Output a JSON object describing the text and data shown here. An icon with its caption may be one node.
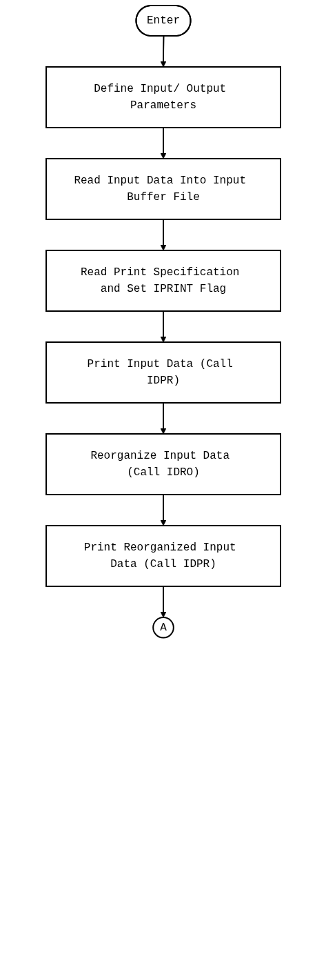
{
  "diagram": {
    "nodes": [
      {
        "text": [
          "Enter"
        ]
      },
      {
        "text": [
          "Define Input/ Output Parameters"
        ]
      },
      {
        "text": [
          "Read Input Data Into Input Buffer File"
        ]
      },
      {
        "text": [
          "Read Print Specification and Set IPRINT Flag"
        ]
      },
      {
        "text": [
          "Print Input Data (Call IDPR)"
        ]
      },
      {
        "text": [
          "Reorganize Input Data (Call IDRO)"
        ]
      },
      {
        "text": [
          "Print Reorganized Input Data (Call IDPR)"
        ]
      },
      {
        "text": [
          "A"
        ]
      }
    ],
    "edges": [
      {
        "from": 0,
        "to": 1,
        "arrow": "to"
      },
      {
        "from": 1,
        "to": 2,
        "arrow": "to"
      },
      {
        "from": 2,
        "to": 3,
        "arrow": "to"
      },
      {
        "from": 3,
        "to": 4,
        "arrow": "to"
      },
      {
        "from": 4,
        "to": 5,
        "arrow": "to"
      },
      {
        "from": 5,
        "to": 6,
        "arrow": "to"
      },
      {
        "from": 6,
        "to": 7,
        "arrow": "to"
      }
    ]
  }
}
